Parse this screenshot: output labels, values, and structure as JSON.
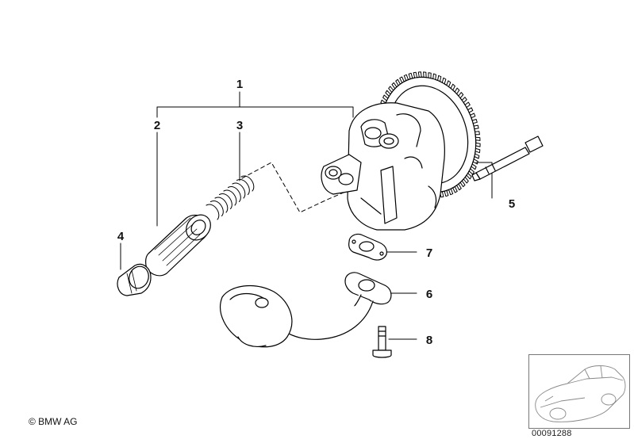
{
  "callouts": [
    {
      "id": "c1",
      "label": "1"
    },
    {
      "id": "c2",
      "label": "2"
    },
    {
      "id": "c3",
      "label": "3"
    },
    {
      "id": "c4",
      "label": "4"
    },
    {
      "id": "c5",
      "label": "5"
    },
    {
      "id": "c6",
      "label": "6"
    },
    {
      "id": "c7",
      "label": "7"
    },
    {
      "id": "c8",
      "label": "8"
    }
  ],
  "copyright": "© BMW AG",
  "document_id": "00091288"
}
